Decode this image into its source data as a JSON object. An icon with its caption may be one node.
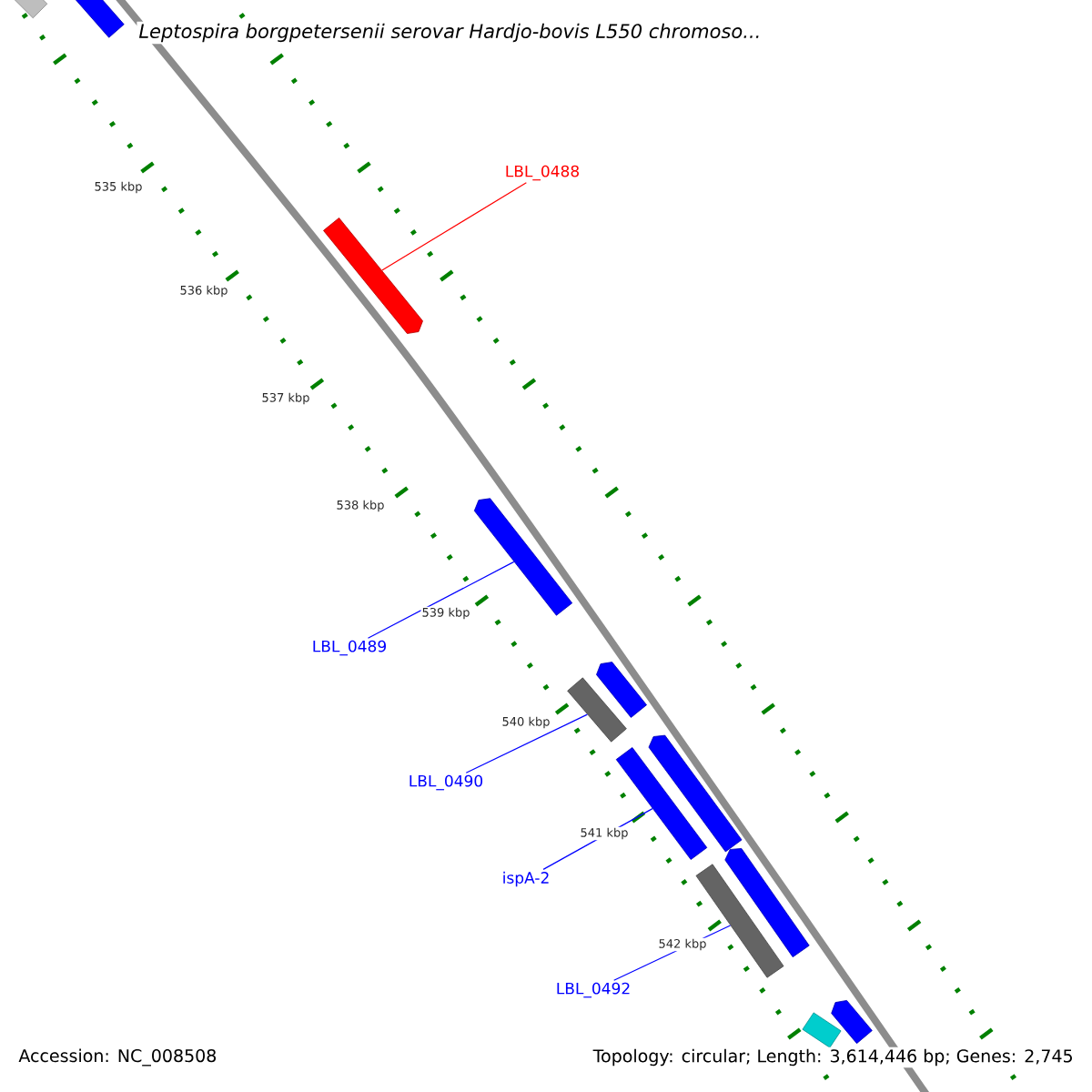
{
  "diagram": {
    "title": "Leptospira borgpetersenii serovar Hardjo-bovis L550 chromoso...",
    "nodes": [
      {
        "text": [
          "LBL_0488"
        ]
      },
      {
        "text": [
          "LBL_0489"
        ]
      },
      {
        "text": [
          "LBL_0490"
        ]
      },
      {
        "text": [
          "ispA-2"
        ]
      },
      {
        "text": [
          "LBL_0492"
        ]
      },
      {
        "text": [],
        "shape": "bar"
      },
      {
        "text": [],
        "shape": "bar"
      },
      {
        "text": [],
        "shape": "bar"
      },
      {
        "text": [],
        "shape": "bar"
      },
      {
        "text": [],
        "shape": "bar"
      },
      {
        "text": [],
        "shape": "bar"
      },
      {
        "text": [],
        "shape": "bar"
      },
      {
        "text": [],
        "shape": "bar"
      },
      {
        "text": [],
        "shape": "bar"
      },
      {
        "text": [],
        "shape": "bar"
      },
      {
        "text": [],
        "shape": "bar"
      },
      {
        "text": [],
        "shape": "bar"
      }
    ],
    "edges": [
      {
        "from": 0,
        "to": 7,
        "arrow": "none",
        "color": "#ff0000"
      },
      {
        "from": 1,
        "to": 8,
        "arrow": "none"
      },
      {
        "from": 2,
        "to": 10,
        "arrow": "none"
      },
      {
        "from": 3,
        "to": 12,
        "arrow": "none"
      },
      {
        "from": 4,
        "to": 14,
        "arrow": "none"
      }
    ],
    "labels": [
      "535 kbp",
      "536 kbp",
      "537 kbp",
      "538 kbp",
      "539 kbp",
      "540 kbp",
      "541 kbp",
      "542 kbp",
      "Accession: NC_008508",
      "Topology: circular; Length: 3,614,446 bp; Genes: 2,745"
    ]
  }
}
